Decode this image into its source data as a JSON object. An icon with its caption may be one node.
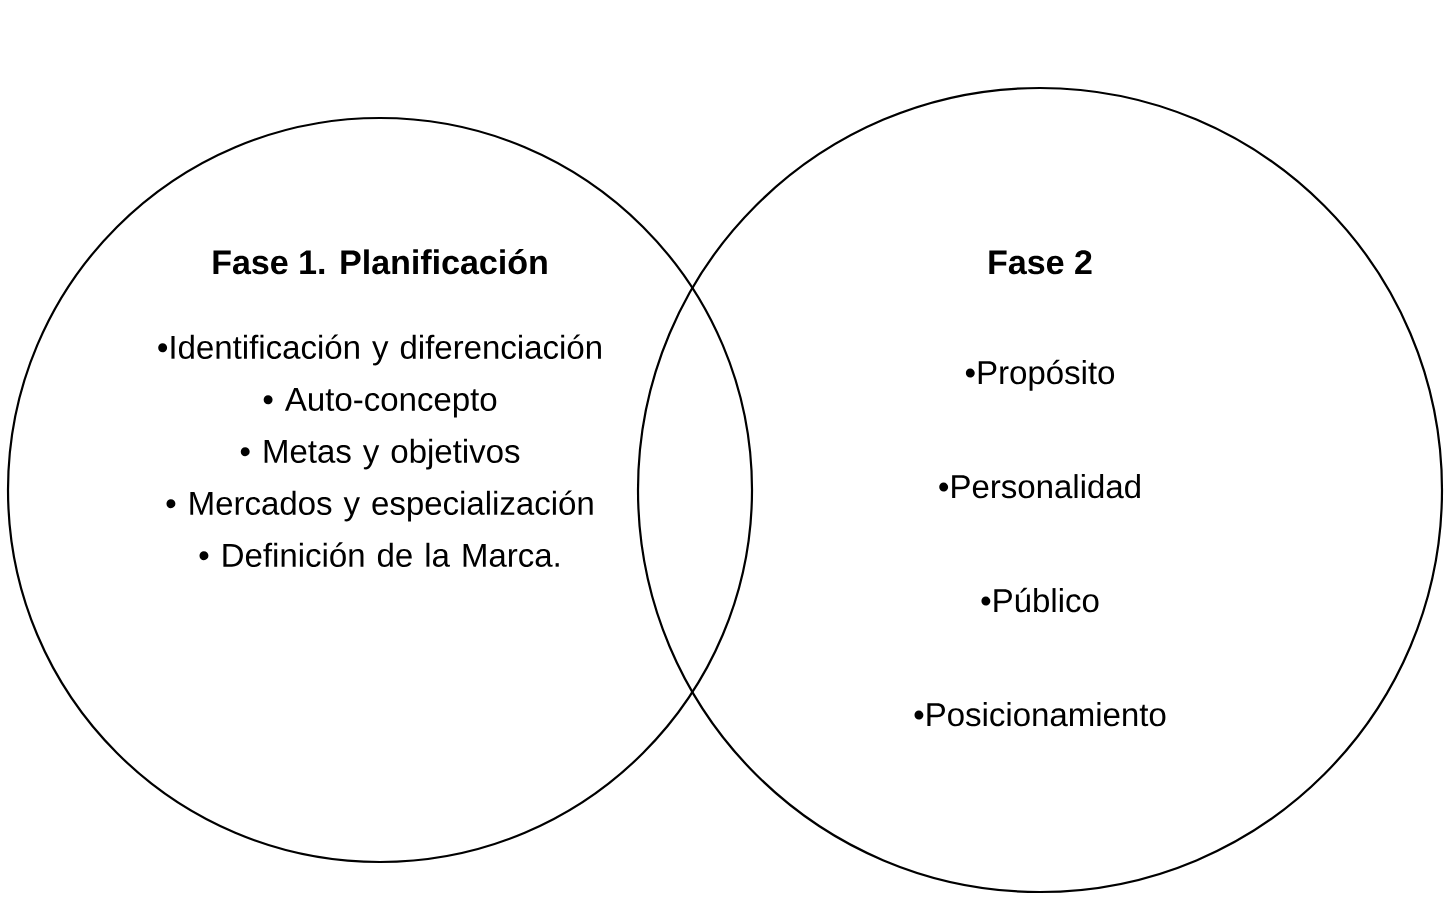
{
  "diagram": {
    "nodes": [
      {
        "text": [
          "Fase 1. Planificación",
          "•Identificación y diferenciación",
          "• Auto-concepto",
          "• Metas y objetivos",
          "• Mercados y especialización",
          "• Definición de la Marca."
        ]
      },
      {
        "text": [
          "Fase 2",
          "•Propósito",
          "•Personalidad",
          "•Público",
          "•Posicionamiento"
        ]
      }
    ]
  }
}
